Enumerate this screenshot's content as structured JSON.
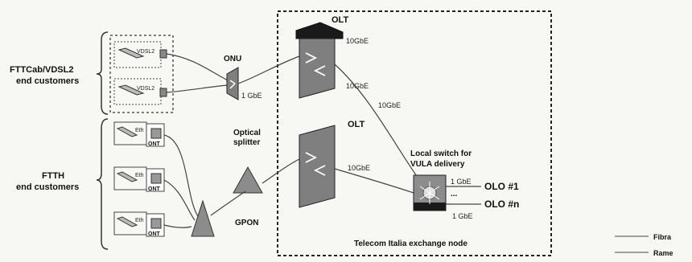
{
  "labels": {
    "fttcab_line1": "FTTCab/VDSL2",
    "fttcab_line2": "end customers",
    "ftth_line1": "FTTH",
    "ftth_line2": "end customers",
    "onu": "ONU",
    "one_gbe_onu": "1 GbE",
    "optical_line1": "Optical",
    "optical_line2": "splitter",
    "gpon": "GPON",
    "olt_top": "OLT",
    "olt_bottom": "OLT",
    "ten_gbe_top": "10GbE",
    "ten_gbe_mid1": "10GbE",
    "ten_gbe_mid2": "10GbE",
    "ten_gbe_bottom": "10GbE",
    "switch_line1": "Local switch for",
    "switch_line2": "VULA delivery",
    "one_gbe_switch_top": "1 GbE",
    "one_gbe_switch_bottom": "1 GbE",
    "olo_1": "OLO #1",
    "olo_n": "OLO #n",
    "exchange_node": "Telecom Italia exchange node",
    "vdsl_tag": "VDSL2",
    "eth_tag": "Eth",
    "ont_tag": "ONT"
  },
  "legend": [
    {
      "label": "Fibra"
    },
    {
      "label": "Rame"
    }
  ],
  "colors": {
    "device": "#7f7f7f",
    "line": "#444444",
    "box": "#222222"
  }
}
